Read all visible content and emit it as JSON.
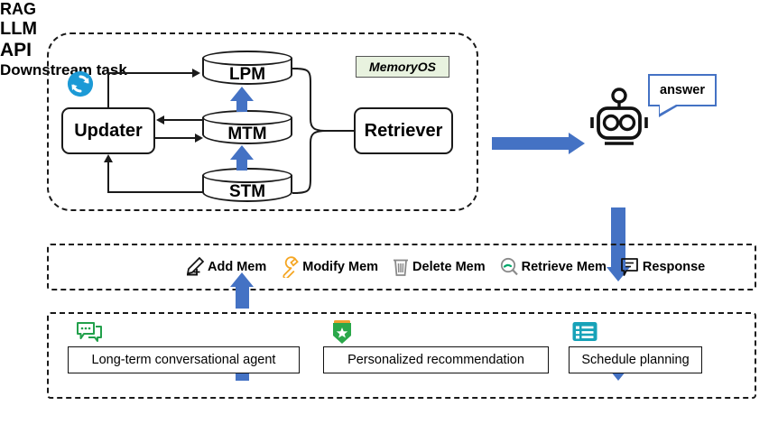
{
  "diagram": {
    "title": "MemoryOS architecture overview",
    "colors": {
      "blue_arrow": "#4472c4",
      "sync_icon": "#1c9ad6",
      "memoryos_tag_bg": "#e8f2df",
      "wrench_icon": "#f5a623",
      "trash_icon": "#8a8a8a",
      "search_icon": "#00a86b",
      "speech_icon": "#22a04b",
      "badge_icon": "#2aa84a",
      "list_icon": "#17a2b8",
      "outline": "#1a1a1a"
    }
  },
  "memoryos": {
    "tag_label": "MemoryOS",
    "updater_label": "Updater",
    "retriever_label": "Retriever",
    "sync_icon_name": "sync-refresh-icon",
    "memories": [
      {
        "id": "lpm",
        "label": "LPM"
      },
      {
        "id": "mtm",
        "label": "MTM"
      },
      {
        "id": "stm",
        "label": "STM"
      }
    ]
  },
  "llm": {
    "rag_label": "RAG",
    "llm_label": "LLM",
    "answer_label": "answer",
    "robot_icon_name": "robot-icon"
  },
  "api": {
    "label": "API",
    "items": [
      {
        "label": "Add Mem",
        "icon": "pencil-add-icon"
      },
      {
        "label": "Modify Mem",
        "icon": "wrench-icon"
      },
      {
        "label": "Delete Mem",
        "icon": "trash-icon"
      },
      {
        "label": "Retrieve Mem",
        "icon": "search-icon"
      },
      {
        "label": "Response",
        "icon": "speech-response-icon"
      }
    ]
  },
  "downstream": {
    "title": "Downstream task",
    "tasks": [
      {
        "label": "Long-term conversational agent",
        "icon": "chat-bubbles-icon"
      },
      {
        "label": "Personalized recommendation",
        "icon": "star-badge-icon"
      },
      {
        "label": "Schedule planning",
        "icon": "list-schedule-icon"
      }
    ]
  }
}
